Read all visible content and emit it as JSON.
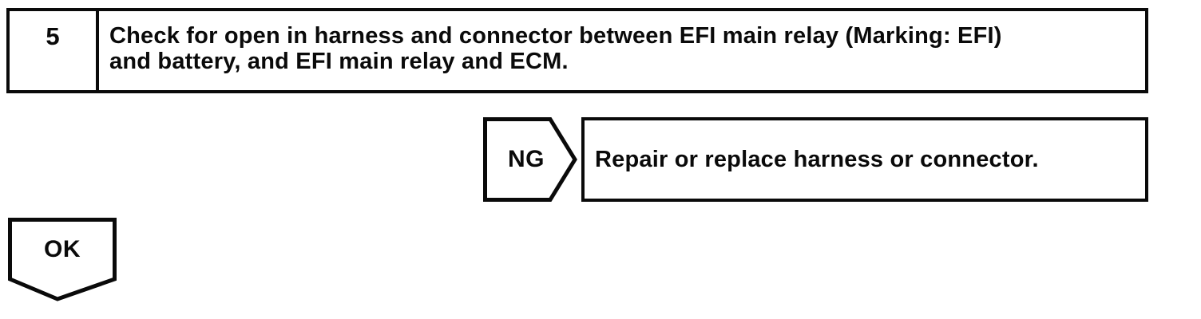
{
  "colors": {
    "ink": "#0a0a0a",
    "paper": "#ffffff"
  },
  "flowchart": {
    "step": {
      "number": "5",
      "instruction_lines": [
        "Check for open in harness and connector between EFI main relay (Marking: EFI)",
        "and battery, and EFI main relay and ECM."
      ]
    },
    "ng_branch": {
      "label": "NG",
      "action": "Repair or replace harness or connector."
    },
    "ok_branch": {
      "label": "OK"
    }
  }
}
